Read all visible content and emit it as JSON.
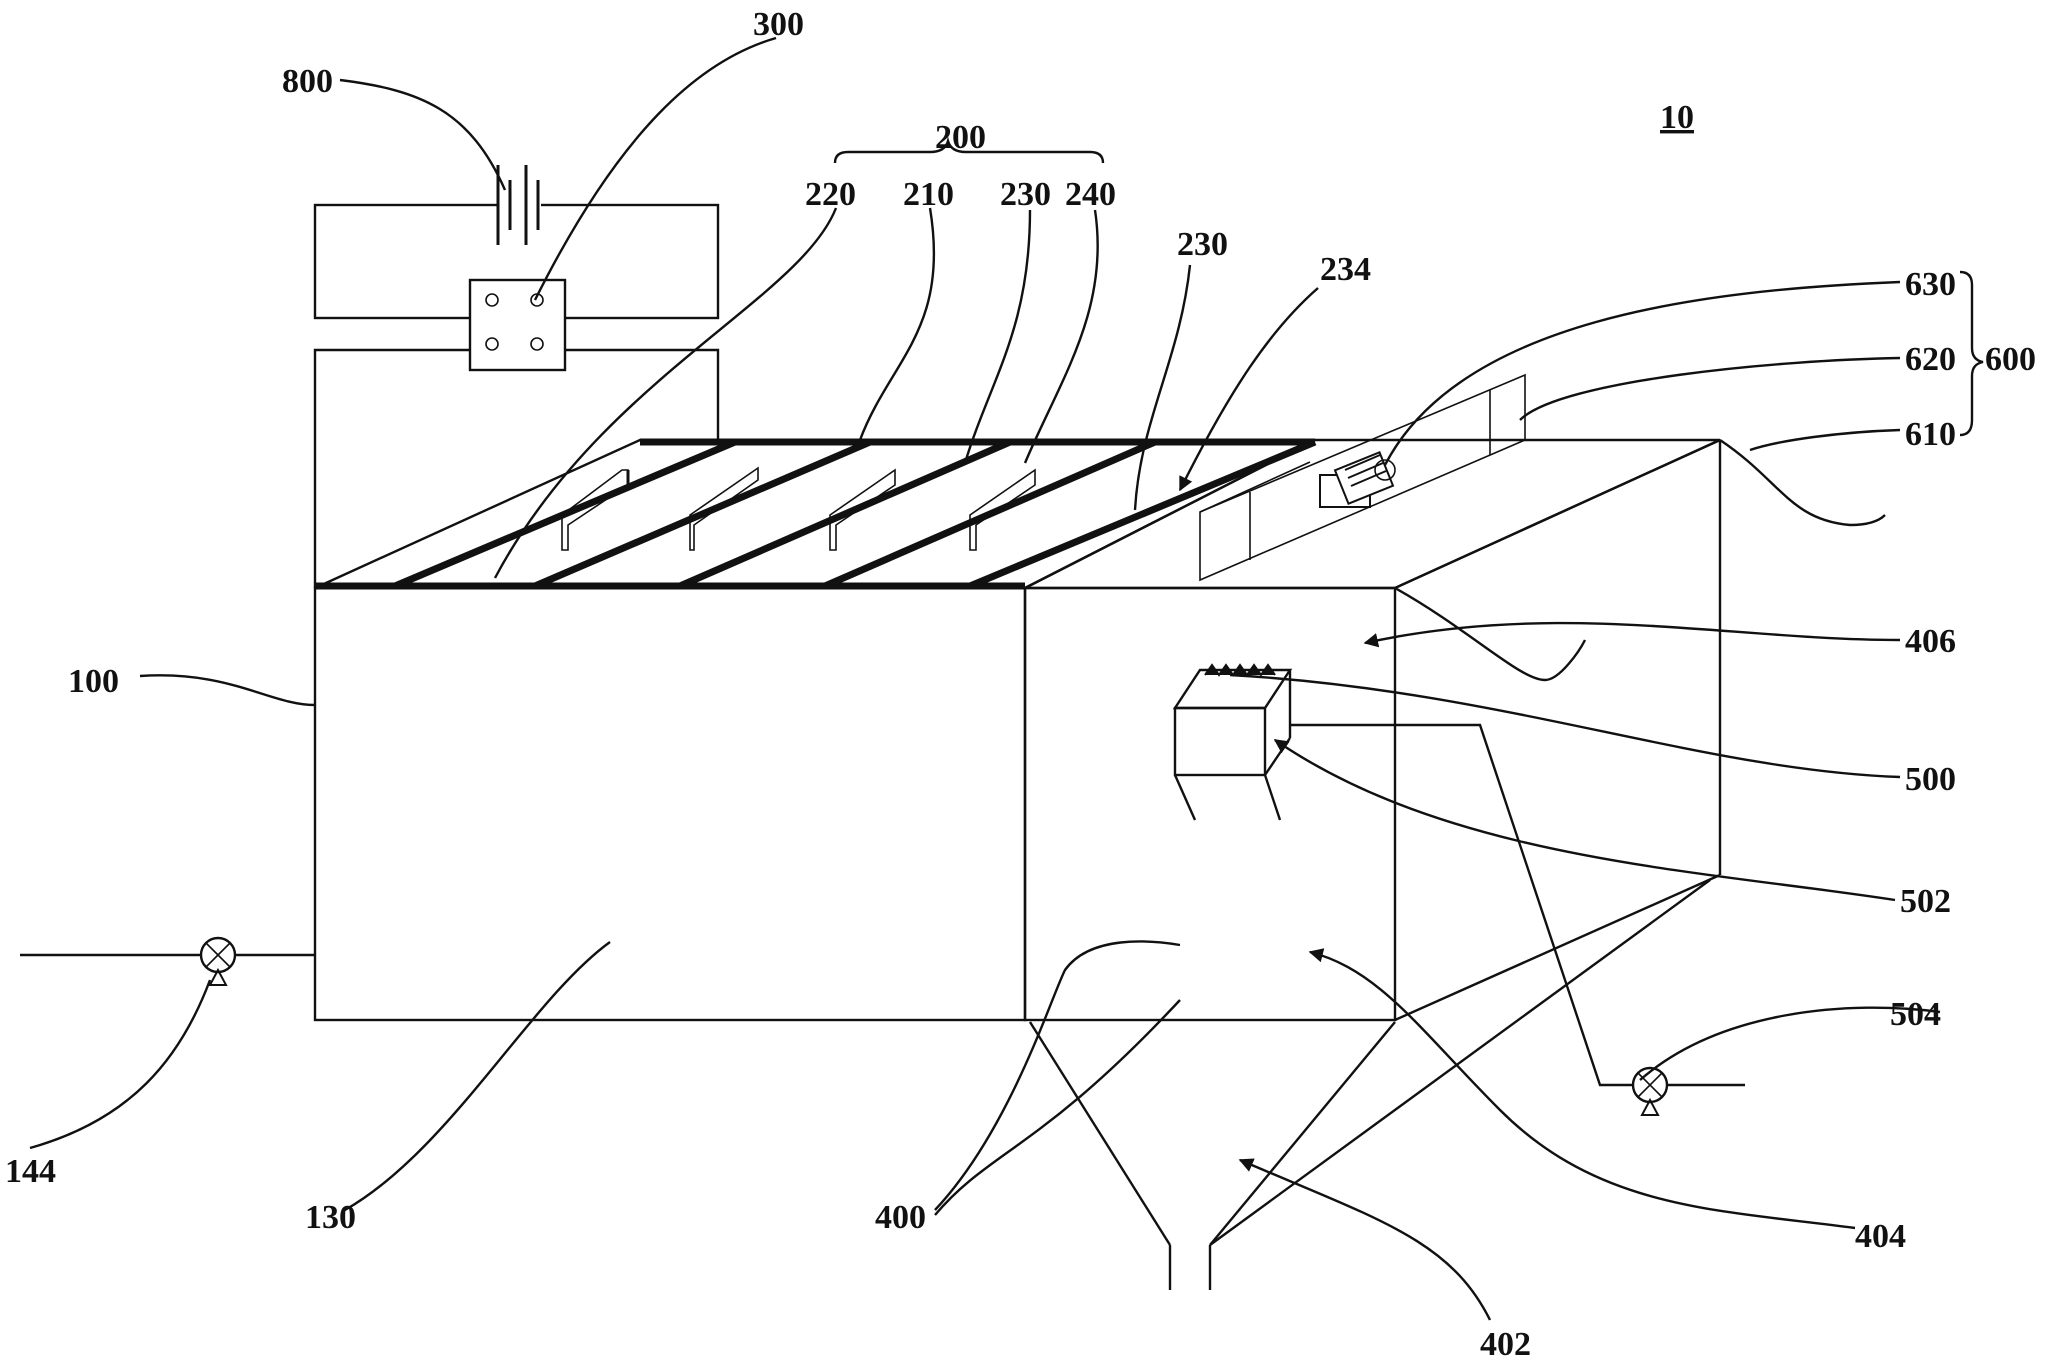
{
  "labels": {
    "l10": "10",
    "l100": "100",
    "l130": "130",
    "l144": "144",
    "l200": "200",
    "l210": "210",
    "l220": "220",
    "l230a": "230",
    "l230b": "230",
    "l234": "234",
    "l240": "240",
    "l300": "300",
    "l400": "400",
    "l402": "402",
    "l404": "404",
    "l406": "406",
    "l500": "500",
    "l502": "502",
    "l504": "504",
    "l600": "600",
    "l610": "610",
    "l620": "620",
    "l630": "630",
    "l800": "800"
  },
  "colors": {
    "line": "#111111",
    "background": "#ffffff"
  }
}
